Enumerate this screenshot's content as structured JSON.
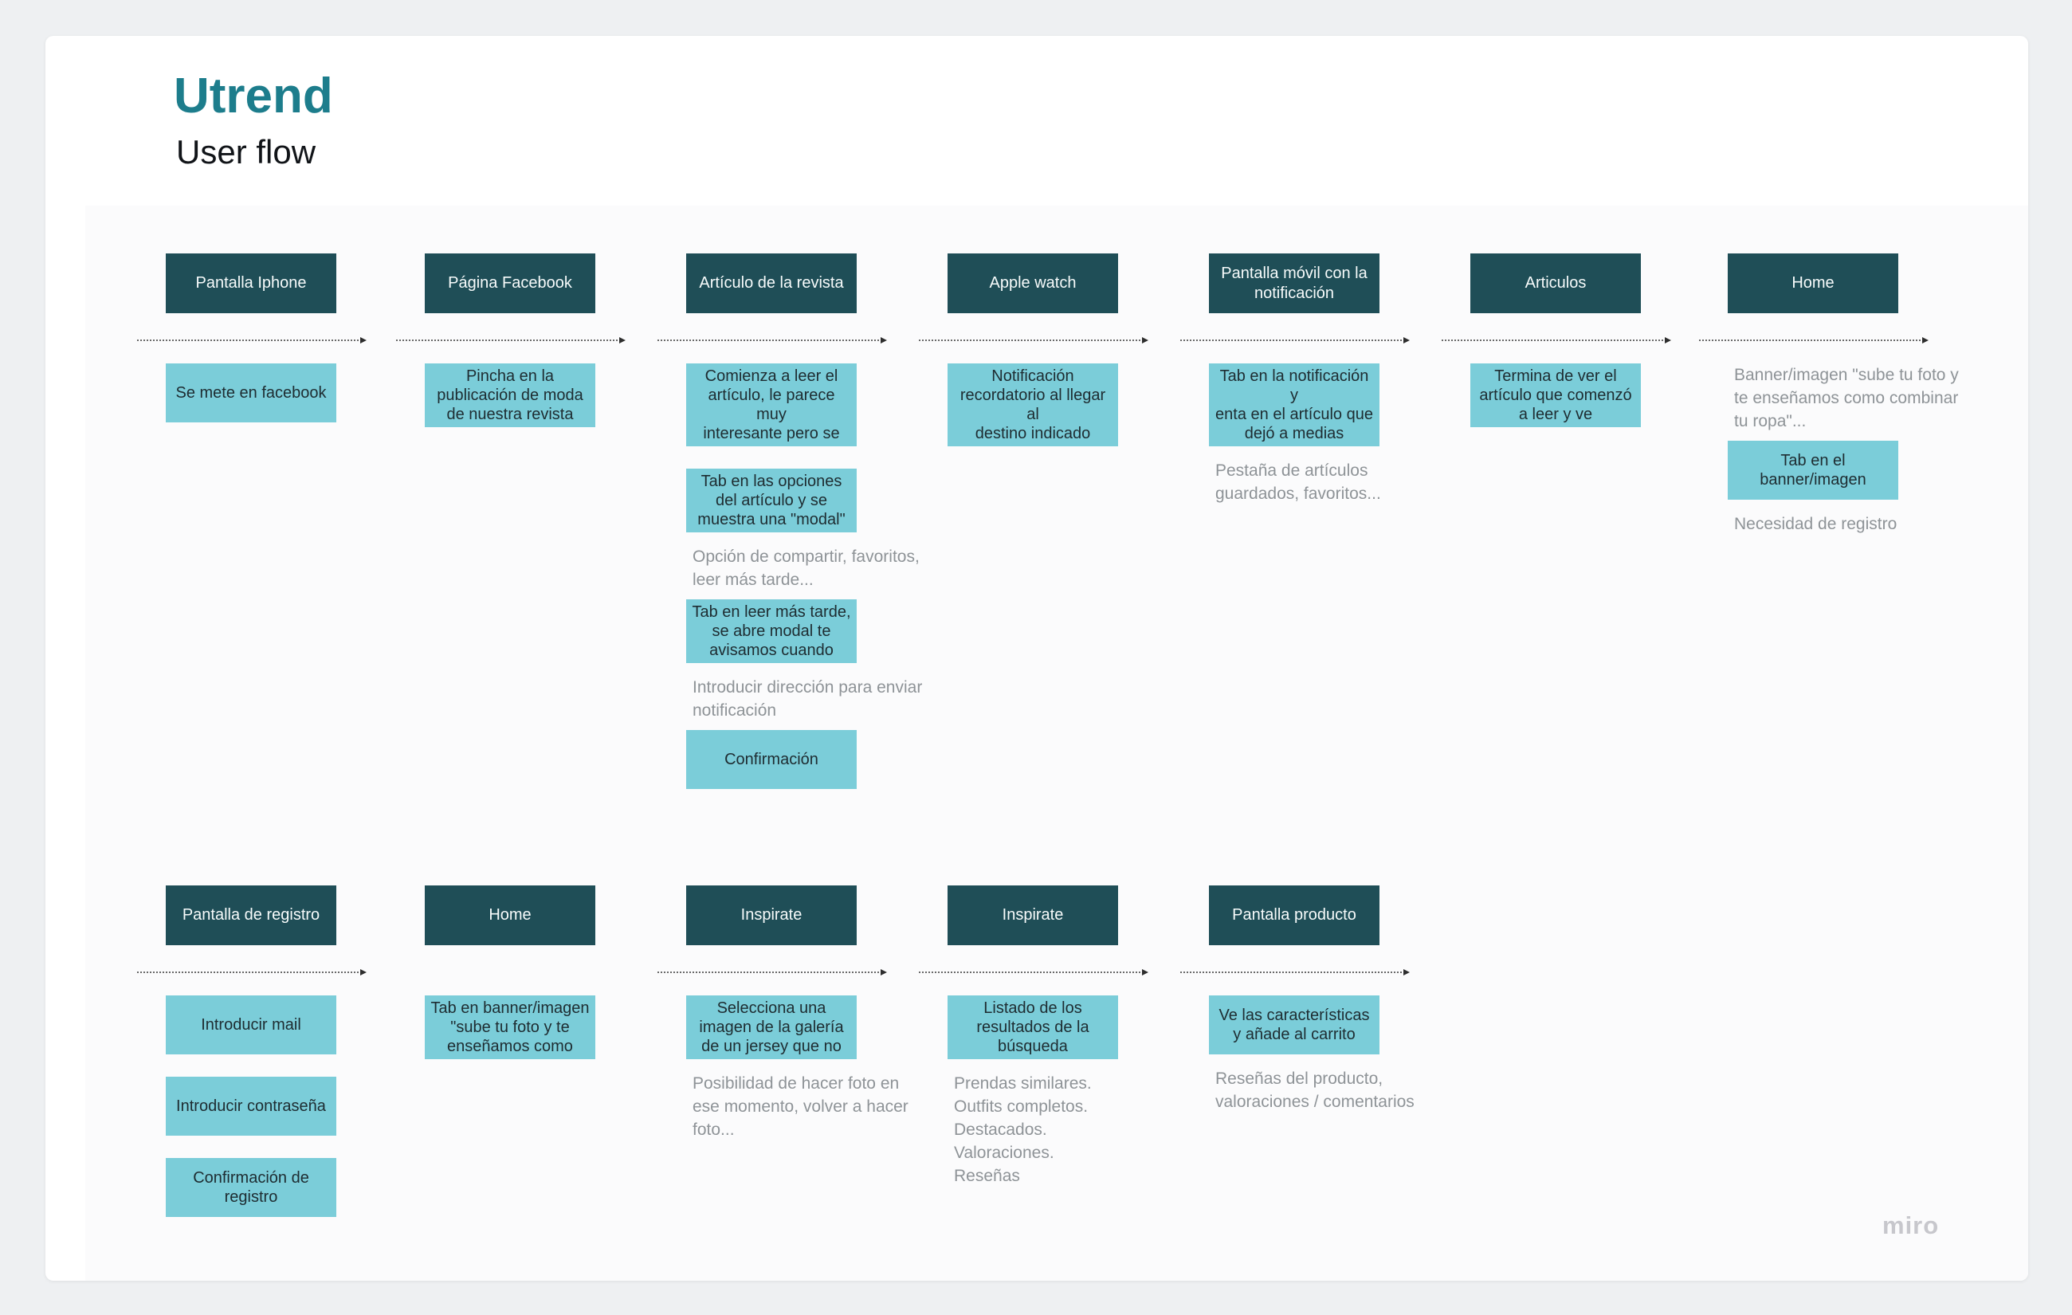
{
  "board": {
    "title": "Utrend",
    "subtitle": "User flow",
    "watermark": "miro"
  },
  "colors": {
    "header_box": "#1f4e57",
    "step_box": "#7bcdd9",
    "title_accent": "#1d7d8c",
    "note_text": "#8e9397",
    "canvas": "#ffffff"
  },
  "rows": [
    {
      "columns": [
        {
          "header": "Pantalla Iphone",
          "dotted": true,
          "items": [
            {
              "type": "card",
              "text": "Se mete en facebook"
            }
          ]
        },
        {
          "header": "Página Facebook",
          "dotted": true,
          "items": [
            {
              "type": "card",
              "text": "Pincha en la\npublicación de moda\nde nuestra revista"
            }
          ]
        },
        {
          "header": "Artículo de la revista",
          "dotted": true,
          "items": [
            {
              "type": "card",
              "text": "Comienza a leer el\nartículo, le parece muy\ninteresante pero se"
            },
            {
              "type": "card",
              "text": "Tab en las opciones\ndel artículo y se\nmuestra una \"modal\""
            },
            {
              "type": "note",
              "text": "Opción de compartir, favoritos,\nleer más tarde..."
            },
            {
              "type": "card",
              "text": "Tab en leer más tarde,\nse abre modal te\navisamos cuando"
            },
            {
              "type": "note",
              "text": "Introducir dirección para enviar\nnotificación"
            },
            {
              "type": "card",
              "text": "Confirmación"
            }
          ]
        },
        {
          "header": "Apple watch",
          "dotted": true,
          "items": [
            {
              "type": "card",
              "text": "Notificación\nrecordatorio al llegar al\ndestino indicado"
            }
          ]
        },
        {
          "header": "Pantalla móvil con la\nnotificación",
          "dotted": true,
          "items": [
            {
              "type": "card",
              "text": "Tab en la notificación y\nenta en el artículo que\ndejó a medias"
            },
            {
              "type": "note",
              "text": "Pestaña de artículos\nguardados, favoritos..."
            }
          ]
        },
        {
          "header": "Articulos",
          "dotted": true,
          "items": [
            {
              "type": "card",
              "text": "Termina de ver el\nartículo que comenzó\na leer y ve"
            }
          ]
        },
        {
          "header": "Home",
          "dotted": true,
          "items": [
            {
              "type": "note",
              "text": "Banner/imagen \"sube tu foto y\nte enseñamos como combinar\ntu ropa\"..."
            },
            {
              "type": "card",
              "text": "Tab en el\nbanner/imagen"
            },
            {
              "type": "note",
              "text": "Necesidad de registro"
            }
          ]
        }
      ]
    },
    {
      "columns": [
        {
          "header": "Pantalla de registro",
          "dotted": true,
          "items": [
            {
              "type": "card",
              "text": "Introducir mail"
            },
            {
              "type": "card",
              "text": "Introducir contraseña"
            },
            {
              "type": "card",
              "text": "Confirmación de\nregistro"
            }
          ]
        },
        {
          "header": "Home",
          "dotted": false,
          "items": [
            {
              "type": "card",
              "text": "Tab en banner/imagen\n\"sube tu foto y te\nenseñamos como"
            }
          ]
        },
        {
          "header": "Inspirate",
          "dotted": true,
          "items": [
            {
              "type": "card",
              "text": "Selecciona una\nimagen de la galería\nde un jersey que no"
            },
            {
              "type": "note",
              "text": "Posibilidad de hacer foto en\nese momento, volver a hacer\nfoto..."
            }
          ]
        },
        {
          "header": "Inspirate",
          "dotted": true,
          "items": [
            {
              "type": "card",
              "text": "Listado de los\nresultados de la\nbúsqueda"
            },
            {
              "type": "note",
              "text": "Prendas similares.\nOutfits completos.\nDestacados.\nValoraciones.\nReseñas"
            }
          ]
        },
        {
          "header": "Pantalla producto",
          "dotted": true,
          "items": [
            {
              "type": "card",
              "text": "Ve las características\ny añade al carrito"
            },
            {
              "type": "note",
              "text": "Reseñas del producto,\nvaloraciones  / comentarios"
            }
          ]
        }
      ]
    }
  ]
}
